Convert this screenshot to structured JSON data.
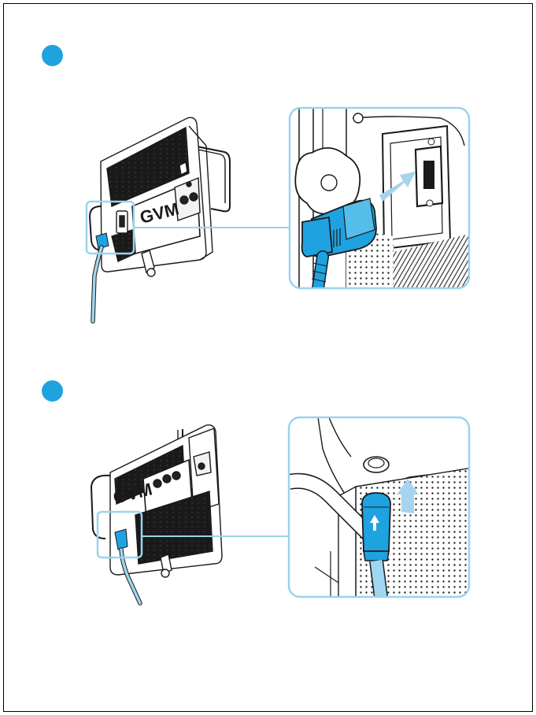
{
  "colors": {
    "accent": "#1fa2e0",
    "callout_border": "#9bd3ef",
    "cable": "#9fd6f0",
    "arrow": "#a7d3ee",
    "line": "#1a1a1a"
  },
  "steps": [
    {
      "label": "step-1",
      "icon": "blue-dot"
    },
    {
      "label": "step-2",
      "icon": "blue-dot"
    }
  ],
  "panel": {
    "brand": "GVM"
  },
  "icons": [
    "panel-light-icon",
    "power-plug-icon",
    "dc-connector-icon",
    "arrow-icon",
    "cable-icon"
  ]
}
